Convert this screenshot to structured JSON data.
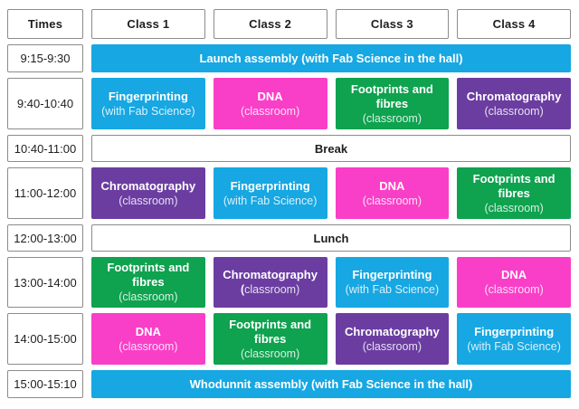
{
  "palette": {
    "cyan": "#17a7e2",
    "magenta": "#f93fc7",
    "green": "#0fa24f",
    "purple": "#6b3da1",
    "border_gray": "#8c8c8c",
    "text_dark": "#1e1e1e",
    "sub_text": "rgba(255,255,255,0.84)"
  },
  "header": {
    "columns": [
      "Times",
      "Class 1",
      "Class 2",
      "Class 3",
      "Class 4"
    ]
  },
  "rows": [
    {
      "time": "9:15-9:30",
      "type": "span",
      "kind": "assembly",
      "label": "Launch assembly (with Fab Science in the hall)",
      "color": "cyan"
    },
    {
      "time": "9:40-10:40",
      "type": "classes",
      "cells": [
        {
          "label": "Fingerprinting",
          "sub": "(with Fab Science)",
          "color": "cyan"
        },
        {
          "label": "DNA",
          "sub": "(classroom)",
          "color": "magenta"
        },
        {
          "label": "Footprints and fibres",
          "sub": "(classroom)",
          "color": "green"
        },
        {
          "label": "Chromatography",
          "sub": "(classroom)",
          "color": "purple"
        }
      ]
    },
    {
      "time": "10:40-11:00",
      "type": "span",
      "kind": "plain",
      "label": "Break"
    },
    {
      "time": "11:00-12:00",
      "type": "classes",
      "cells": [
        {
          "label": "Chromatography",
          "sub": "(classroom)",
          "color": "purple"
        },
        {
          "label": "Fingerprinting",
          "sub": "(with Fab Science)",
          "color": "cyan"
        },
        {
          "label": "DNA",
          "sub": "(classroom)",
          "color": "magenta"
        },
        {
          "label": "Footprints and fibres",
          "sub": "(classroom)",
          "color": "green"
        }
      ]
    },
    {
      "time": "12:00-13:00",
      "type": "span",
      "kind": "plain",
      "label": "Lunch"
    },
    {
      "time": "13:00-14:00",
      "type": "classes",
      "cells": [
        {
          "label": "Footprints and fibres",
          "sub": "(classroom)",
          "color": "green"
        },
        {
          "label": "Chromatography",
          "sub_bold_prefix": "(",
          "sub": "classroom)",
          "color": "purple"
        },
        {
          "label": "Fingerprinting",
          "sub": "(with Fab Science)",
          "color": "cyan"
        },
        {
          "label": "DNA",
          "sub": "(classroom)",
          "color": "magenta"
        }
      ]
    },
    {
      "time": "14:00-15:00",
      "type": "classes",
      "cells": [
        {
          "label": "DNA",
          "sub": "(classroom)",
          "color": "magenta"
        },
        {
          "label": "Footprints and fibres",
          "sub": "(classroom)",
          "color": "green"
        },
        {
          "label": "Chromatography",
          "sub": "(classroom)",
          "color": "purple"
        },
        {
          "label": "Fingerprinting",
          "sub": "(with Fab Science)",
          "color": "cyan"
        }
      ]
    },
    {
      "time": "15:00-15:10",
      "type": "span",
      "kind": "assembly",
      "label": "Whodunnit assembly (with Fab Science in the hall)",
      "color": "cyan"
    }
  ]
}
